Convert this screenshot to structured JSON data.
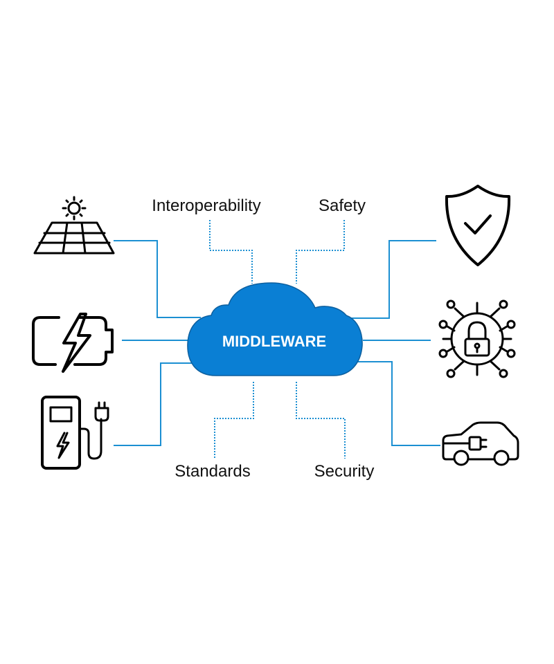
{
  "center": {
    "label": "MIDDLEWARE"
  },
  "aspects": {
    "interoperability": "Interoperability",
    "safety": "Safety",
    "standards": "Standards",
    "security": "Security"
  },
  "icons": {
    "left": [
      "solar-panel-icon",
      "battery-charging-icon",
      "ev-charging-station-icon"
    ],
    "right": [
      "shield-check-icon",
      "circuit-lock-icon",
      "electric-car-icon"
    ]
  },
  "colors": {
    "cloud": "#0a7fd4",
    "connector": "#1b8fd2",
    "icon": "#000000"
  }
}
